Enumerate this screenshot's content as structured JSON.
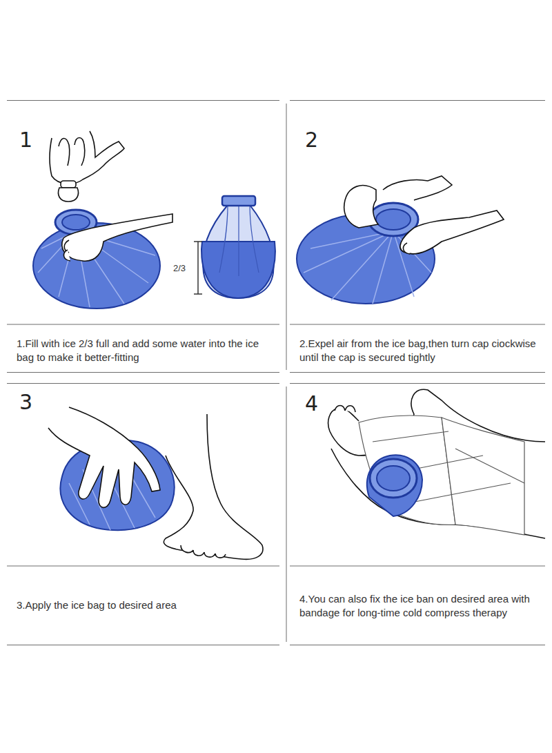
{
  "diagram": {
    "nodes": [
      {
        "text": [
          "1",
          "1.Fill with ice 2/3 full and add some water into the ice bag to make it better-fitting"
        ]
      },
      {
        "text": [
          "2",
          "2.Expel air from the ice bag,then turn cap ciockwise until the cap is secured tightly"
        ]
      },
      {
        "text": [
          "3",
          "3.Apply the ice bag to desired area"
        ]
      },
      {
        "text": [
          "4",
          "4.You can also fix the ice ban on desired area with bandage for long-time cold compress therapy"
        ]
      }
    ],
    "labels": [
      "2/3"
    ]
  }
}
